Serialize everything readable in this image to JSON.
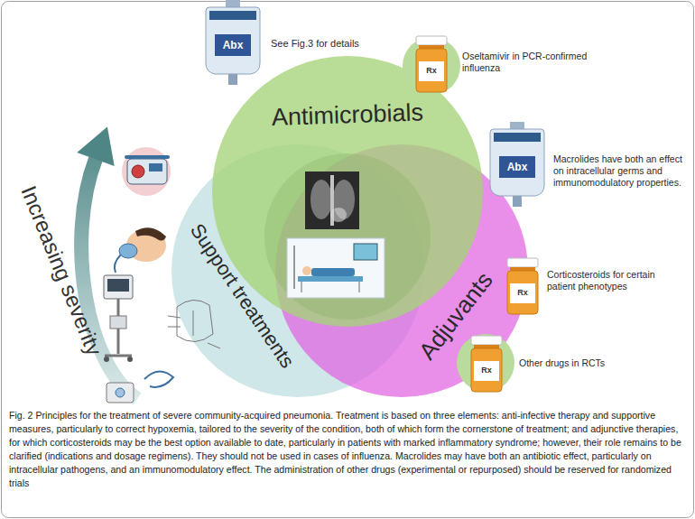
{
  "diagram": {
    "caption": "Fig. 2 Principles for the treatment of severe community-acquired pneumonia. Treatment is based on three elements: anti-infective therapy and supportive measures, particularly to correct hypoxemia, tailored to the severity of the condition, both of which form the cornerstone of treatment; and adjunctive therapies, for which corticosteroids may be the best option available to date, particularly in patients with marked inflammatory syndrome; however, their role remains to be clarified (indications and dosage regimens). They should not be used in cases of influenza. Macrolides may have both an antibiotic effect, particularly on intracellular pathogens, and an immunomodulatory effect. The administration of other drugs (experimental or repurposed) should be reserved for randomized trials",
    "nodes": [
      {
        "text": [
          "Antimicrobials"
        ]
      },
      {
        "text": [
          "Support treatments"
        ]
      },
      {
        "text": [
          "Adjuvants"
        ]
      }
    ],
    "labels": [
      "Abx",
      "See Fig.3 for details",
      "Rx",
      "Oseltamivir in PCR-confirmed influenza",
      "Abx",
      "Macrolides have both an effect on intracellular germs and immunomodulatory properties.",
      "Rx",
      "Corticosteroids for certain patient phenotypes",
      "Rx",
      "Other drugs in RCTs",
      "Increasing severity"
    ]
  }
}
